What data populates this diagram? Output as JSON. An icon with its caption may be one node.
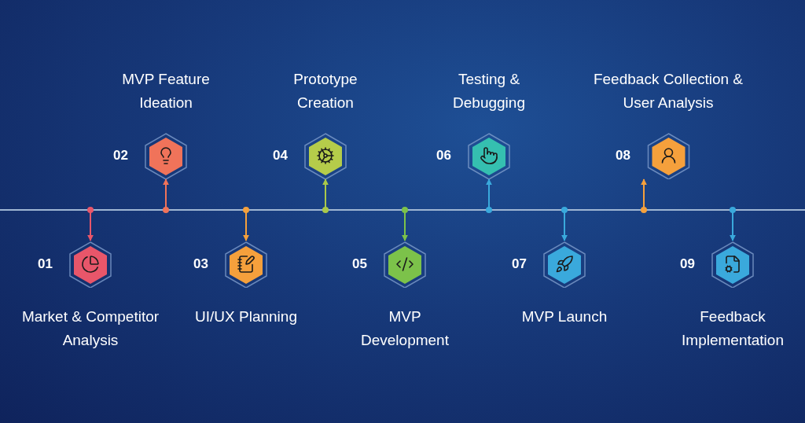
{
  "diagram": {
    "nodes": [
      {
        "text": [
          "Market & Competitor Analysis"
        ],
        "beside": [
          "01"
        ]
      },
      {
        "text": [
          "MVP Feature Ideation"
        ],
        "beside": [
          "02"
        ]
      },
      {
        "text": [
          "UI/UX Planning"
        ],
        "beside": [
          "03"
        ]
      },
      {
        "text": [
          "Prototype Creation"
        ],
        "beside": [
          "04"
        ]
      },
      {
        "text": [
          "MVP Development"
        ],
        "beside": [
          "05"
        ]
      },
      {
        "text": [
          "Testing & Debugging"
        ],
        "beside": [
          "06"
        ]
      },
      {
        "text": [
          "MVP Launch"
        ],
        "beside": [
          "07"
        ]
      },
      {
        "text": [
          "Feedback Collection & User Analysis"
        ],
        "beside": [
          "08"
        ]
      },
      {
        "text": [
          "Feedback Implementation"
        ],
        "beside": [
          "09"
        ]
      }
    ],
    "edges": [
      {
        "from": null,
        "to": 0,
        "arrow": "to",
        "color": "#e8566a"
      },
      {
        "from": null,
        "to": 1,
        "arrow": "to",
        "color": "#f0735a"
      },
      {
        "from": null,
        "to": 2,
        "arrow": "to",
        "color": "#f5a03c"
      },
      {
        "from": null,
        "to": 3,
        "arrow": "to",
        "color": "#a9c84a"
      },
      {
        "from": null,
        "to": 4,
        "arrow": "to",
        "color": "#7cc24a"
      },
      {
        "from": null,
        "to": 5,
        "arrow": "to",
        "color": "#3aa9dc"
      },
      {
        "from": null,
        "to": 6,
        "arrow": "to",
        "color": "#3aa9dc"
      },
      {
        "from": null,
        "to": 7,
        "arrow": "to",
        "color": "#f5a03c"
      },
      {
        "from": null,
        "to": 8,
        "arrow": "to",
        "color": "#3aa9dc"
      }
    ]
  }
}
